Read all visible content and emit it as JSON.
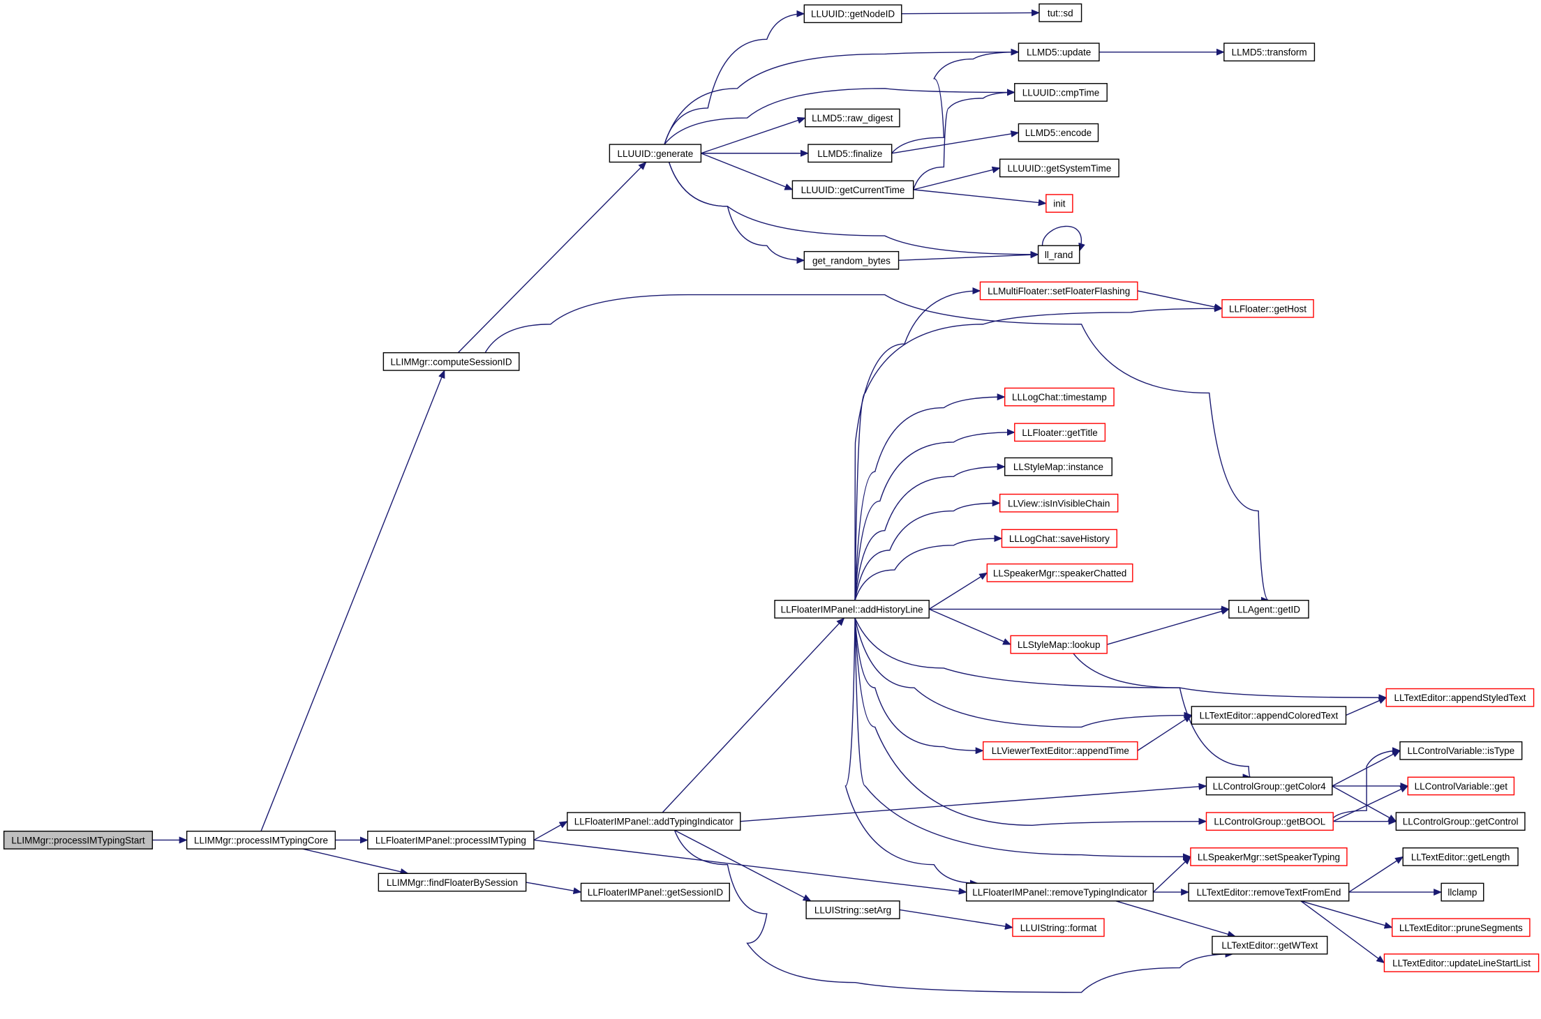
{
  "graph": {
    "colors": {
      "edge": "#191970",
      "node_border": "#000000",
      "truncated_border": "#ff0000",
      "root_fill": "#bfbfbf",
      "node_fill": "#ffffff"
    },
    "nodes": [
      {
        "id": "processIMTypingStart",
        "label": "LLIMMgr::processIMTypingStart",
        "root": true
      },
      {
        "id": "processIMTypingCore",
        "label": "LLIMMgr::processIMTypingCore"
      },
      {
        "id": "computeSessionID",
        "label": "LLIMMgr::computeSessionID"
      },
      {
        "id": "findFloaterBySession",
        "label": "LLIMMgr::findFloaterBySession"
      },
      {
        "id": "fip_processIMTyping",
        "label": "LLFloaterIMPanel::processIMTyping"
      },
      {
        "id": "fip_getSessionID",
        "label": "LLFloaterIMPanel::getSessionID"
      },
      {
        "id": "fip_addTypingIndicator",
        "label": "LLFloaterIMPanel::addTypingIndicator"
      },
      {
        "id": "fip_addHistoryLine",
        "label": "LLFloaterIMPanel::addHistoryLine"
      },
      {
        "id": "uuid_generate",
        "label": "LLUUID::generate"
      },
      {
        "id": "uuid_getNodeID",
        "label": "LLUUID::getNodeID"
      },
      {
        "id": "tut_sd",
        "label": "tut::sd"
      },
      {
        "id": "md5_update",
        "label": "LLMD5::update"
      },
      {
        "id": "md5_transform",
        "label": "LLMD5::transform"
      },
      {
        "id": "uuid_cmpTime",
        "label": "LLUUID::cmpTime"
      },
      {
        "id": "md5_raw_digest",
        "label": "LLMD5::raw_digest"
      },
      {
        "id": "md5_encode",
        "label": "LLMD5::encode"
      },
      {
        "id": "md5_finalize",
        "label": "LLMD5::finalize"
      },
      {
        "id": "uuid_getSystemTime",
        "label": "LLUUID::getSystemTime"
      },
      {
        "id": "uuid_getCurrentTime",
        "label": "LLUUID::getCurrentTime"
      },
      {
        "id": "init",
        "label": "init",
        "truncated": true
      },
      {
        "id": "get_random_bytes",
        "label": "get_random_bytes"
      },
      {
        "id": "ll_rand",
        "label": "ll_rand"
      },
      {
        "id": "setFloaterFlashing",
        "label": "LLMultiFloater::setFloaterFlashing",
        "truncated": true
      },
      {
        "id": "floater_getHost",
        "label": "LLFloater::getHost",
        "truncated": true
      },
      {
        "id": "logchat_timestamp",
        "label": "LLLogChat::timestamp",
        "truncated": true
      },
      {
        "id": "floater_getTitle",
        "label": "LLFloater::getTitle",
        "truncated": true
      },
      {
        "id": "stylemap_instance",
        "label": "LLStyleMap::instance"
      },
      {
        "id": "view_isInVisibleChain",
        "label": "LLView::isInVisibleChain",
        "truncated": true
      },
      {
        "id": "logchat_saveHistory",
        "label": "LLLogChat::saveHistory",
        "truncated": true
      },
      {
        "id": "speaker_chatted",
        "label": "LLSpeakerMgr::speakerChatted",
        "truncated": true
      },
      {
        "id": "agent_getID",
        "label": "LLAgent::getID"
      },
      {
        "id": "stylemap_lookup",
        "label": "LLStyleMap::lookup",
        "truncated": true
      },
      {
        "id": "te_appendStyledText",
        "label": "LLTextEditor::appendStyledText",
        "truncated": true
      },
      {
        "id": "te_appendColoredText",
        "label": "LLTextEditor::appendColoredText"
      },
      {
        "id": "vte_appendTime",
        "label": "LLViewerTextEditor::appendTime",
        "truncated": true
      },
      {
        "id": "cv_isType",
        "label": "LLControlVariable::isType"
      },
      {
        "id": "cg_getColor4",
        "label": "LLControlGroup::getColor4"
      },
      {
        "id": "cv_get",
        "label": "LLControlVariable::get",
        "truncated": true
      },
      {
        "id": "cg_getBOOL",
        "label": "LLControlGroup::getBOOL",
        "truncated": true
      },
      {
        "id": "cg_getControl",
        "label": "LLControlGroup::getControl"
      },
      {
        "id": "speaker_setTyping",
        "label": "LLSpeakerMgr::setSpeakerTyping",
        "truncated": true
      },
      {
        "id": "te_getLength",
        "label": "LLTextEditor::getLength"
      },
      {
        "id": "fip_removeTypingIndicator",
        "label": "LLFloaterIMPanel::removeTypingIndicator"
      },
      {
        "id": "te_removeTextFromEnd",
        "label": "LLTextEditor::removeTextFromEnd"
      },
      {
        "id": "llclamp",
        "label": "llclamp"
      },
      {
        "id": "uistring_setArg",
        "label": "LLUIString::setArg"
      },
      {
        "id": "uistring_format",
        "label": "LLUIString::format",
        "truncated": true
      },
      {
        "id": "te_pruneSegments",
        "label": "LLTextEditor::pruneSegments",
        "truncated": true
      },
      {
        "id": "te_getWText",
        "label": "LLTextEditor::getWText"
      },
      {
        "id": "te_updateLineStartList",
        "label": "LLTextEditor::updateLineStartList",
        "truncated": true
      }
    ]
  }
}
